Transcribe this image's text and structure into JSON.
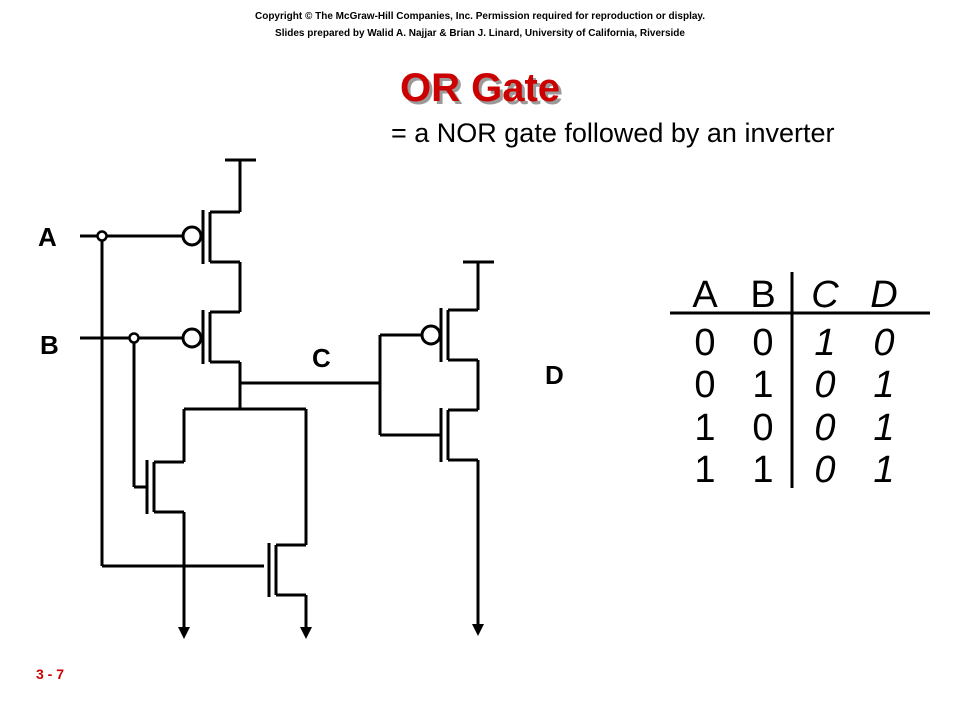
{
  "header": {
    "copyright": "Copyright © The McGraw-Hill Companies, Inc. Permission required for reproduction or display.",
    "credits": "Slides prepared by Walid A. Najjar & Brian J. Linard, University of California, Riverside"
  },
  "title": "OR Gate",
  "subtitle": "= a NOR gate followed by an inverter",
  "slide_number": "3 - 7",
  "diagram": {
    "labels": {
      "a": "A",
      "b": "B",
      "c": "C",
      "d": "D"
    }
  },
  "truth_table": {
    "headers": [
      "A",
      "B",
      "C",
      "D"
    ],
    "rows": [
      [
        "0",
        "0",
        "1",
        "0"
      ],
      [
        "0",
        "1",
        "0",
        "1"
      ],
      [
        "1",
        "0",
        "0",
        "1"
      ],
      [
        "1",
        "1",
        "0",
        "1"
      ]
    ]
  },
  "colors": {
    "title": "#cc0000",
    "title_shadow": "#9a9a9a",
    "slide_number": "#cc0000"
  }
}
